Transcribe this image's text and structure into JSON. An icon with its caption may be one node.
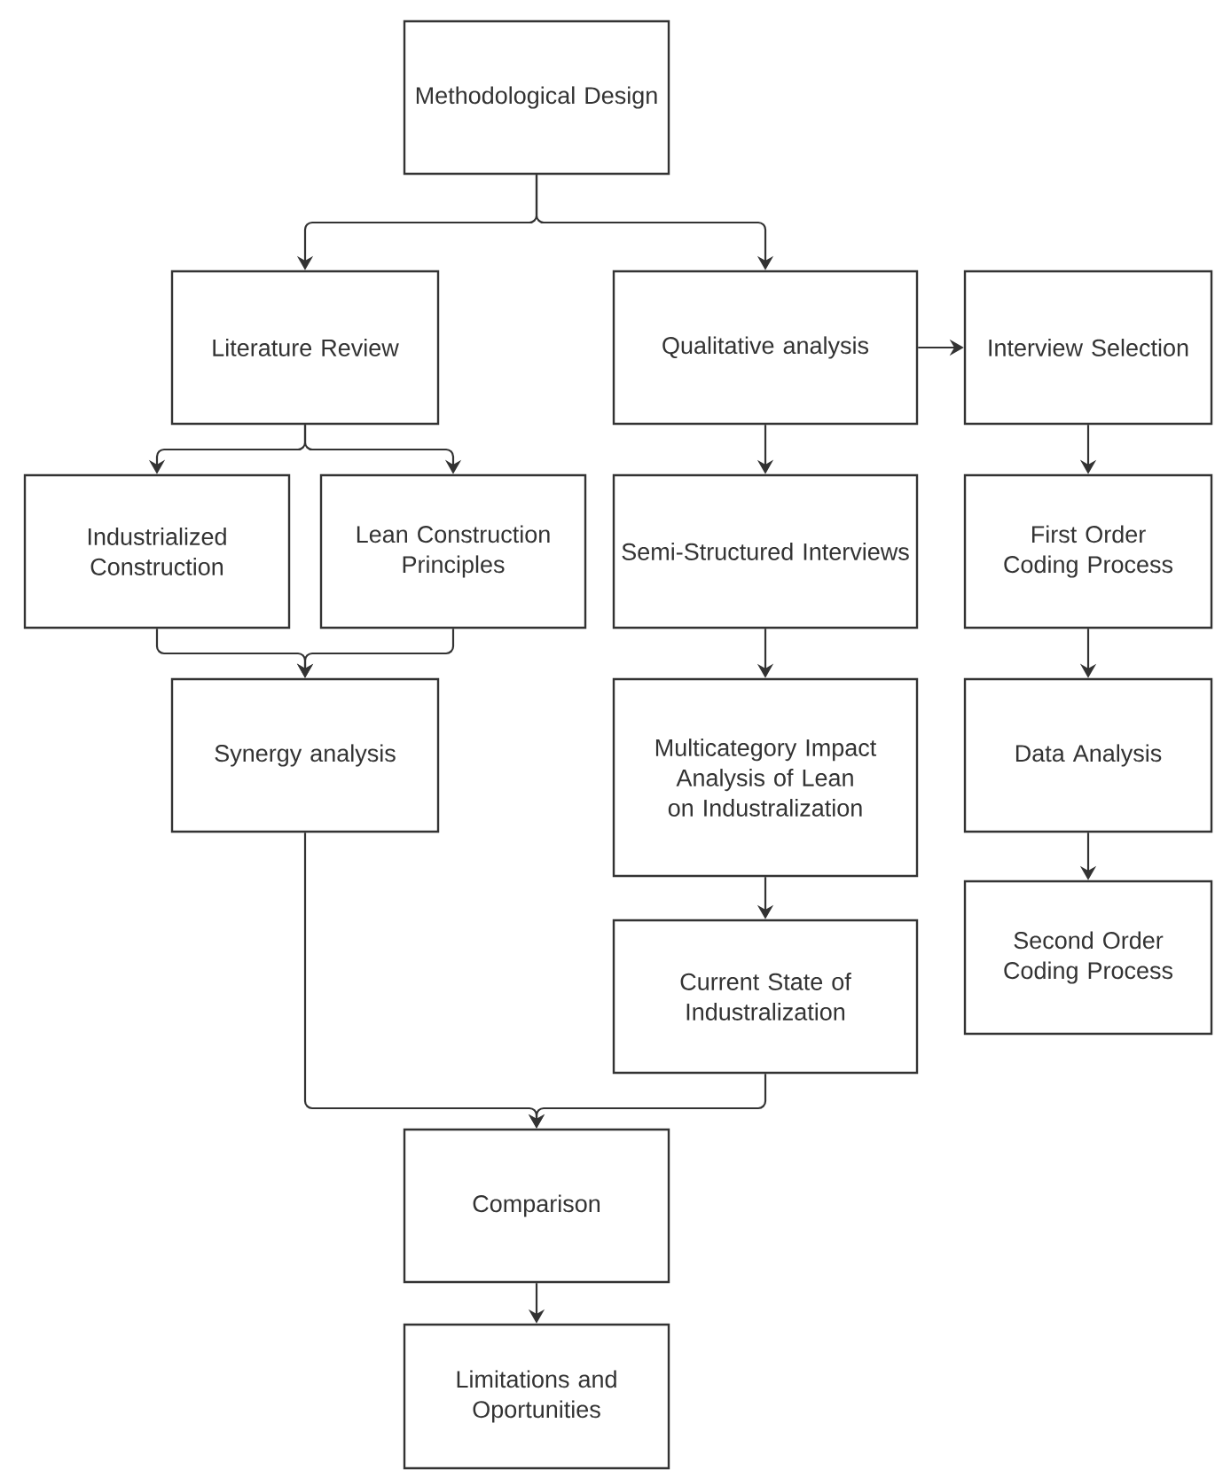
{
  "diagram": {
    "nodes": [
      {
        "text": [
          "Methodological Design"
        ]
      },
      {
        "text": [
          "Literature Review"
        ]
      },
      {
        "text": [
          "Qualitative analysis"
        ]
      },
      {
        "text": [
          "Interview Selection"
        ]
      },
      {
        "text": [
          "Industrialized Construction"
        ]
      },
      {
        "text": [
          "Lean Construction Principles"
        ]
      },
      {
        "text": [
          "Semi-Structured Interviews"
        ]
      },
      {
        "text": [
          "First Order Coding Process"
        ]
      },
      {
        "text": [
          "Synergy analysis"
        ]
      },
      {
        "text": [
          "Multicategory Impact Analysis of Lean on Industralization"
        ]
      },
      {
        "text": [
          "Data Analysis"
        ]
      },
      {
        "text": [
          "Current State of Industralization"
        ]
      },
      {
        "text": [
          "Second Order Coding Process"
        ]
      },
      {
        "text": [
          "Comparison"
        ]
      },
      {
        "text": [
          "Limitations and Oportunities"
        ]
      }
    ],
    "edges": [
      {
        "from": 0,
        "to": 1,
        "arrow": "to"
      },
      {
        "from": 0,
        "to": 2,
        "arrow": "to"
      },
      {
        "from": 2,
        "to": 3,
        "arrow": "to"
      },
      {
        "from": 1,
        "to": 4,
        "arrow": "to"
      },
      {
        "from": 1,
        "to": 5,
        "arrow": "to"
      },
      {
        "from": 2,
        "to": 6,
        "arrow": "to"
      },
      {
        "from": 3,
        "to": 7,
        "arrow": "to"
      },
      {
        "from": 4,
        "to": 8,
        "arrow": "to"
      },
      {
        "from": 5,
        "to": 8,
        "arrow": "to"
      },
      {
        "from": 6,
        "to": 9,
        "arrow": "to"
      },
      {
        "from": 7,
        "to": 10,
        "arrow": "to"
      },
      {
        "from": 9,
        "to": 11,
        "arrow": "to"
      },
      {
        "from": 10,
        "to": 12,
        "arrow": "to"
      },
      {
        "from": 8,
        "to": 13,
        "arrow": "to"
      },
      {
        "from": 11,
        "to": 13,
        "arrow": "to"
      },
      {
        "from": 13,
        "to": 14,
        "arrow": "to"
      }
    ]
  }
}
